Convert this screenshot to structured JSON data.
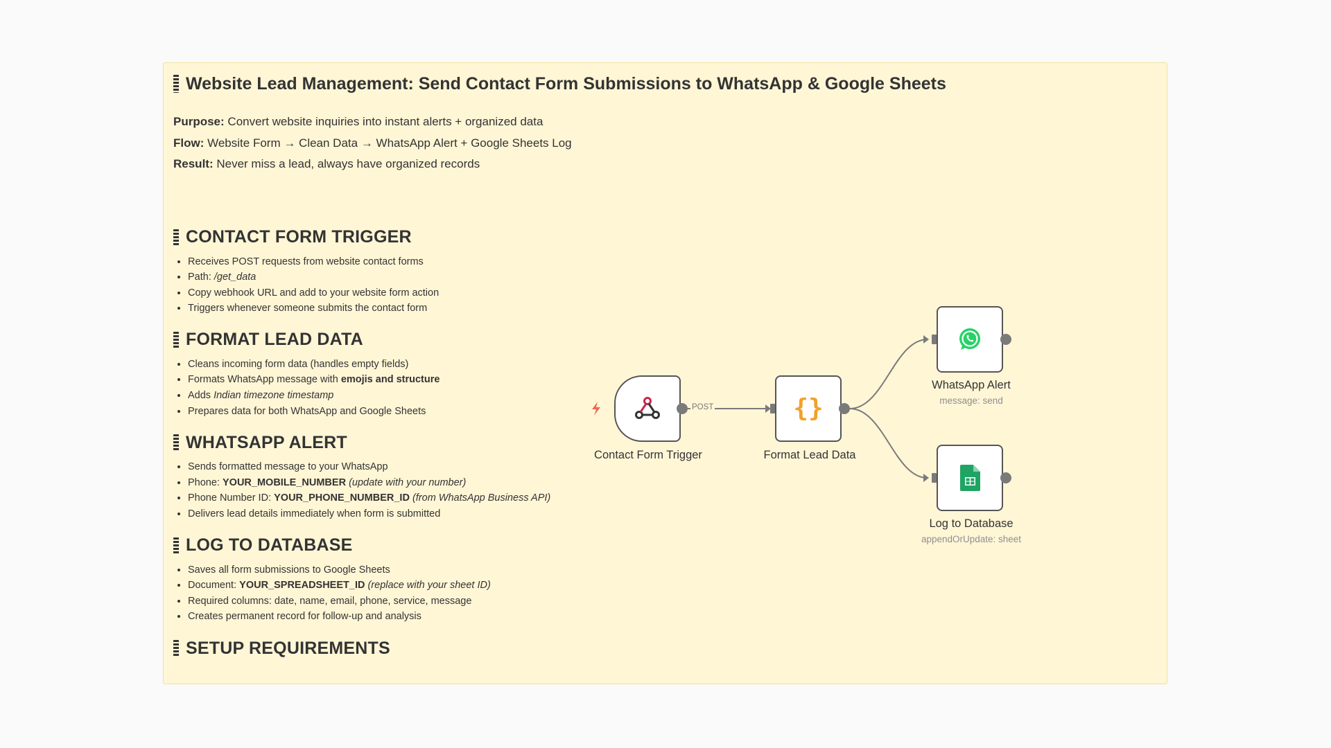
{
  "note": {
    "title": "Website Lead Management: Send Contact Form Submissions to WhatsApp & Google Sheets",
    "purpose_label": "Purpose:",
    "purpose_text": " Convert website inquiries into instant alerts + organized data",
    "flow_label": "Flow:",
    "flow_text": " Website Form → Clean Data → WhatsApp Alert + Google Sheets Log",
    "result_label": "Result:",
    "result_text": " Never miss a lead, always have organized records",
    "sections": {
      "trigger": {
        "title": "CONTACT FORM TRIGGER",
        "b1": "Receives POST requests from website contact forms",
        "b2_prefix": "Path: ",
        "b2_em": "/get_data",
        "b3": "Copy webhook URL and add to your website form action",
        "b4": "Triggers whenever someone submits the contact form"
      },
      "format": {
        "title": "FORMAT LEAD DATA",
        "b1": "Cleans incoming form data (handles empty fields)",
        "b2_prefix": "Formats WhatsApp message with ",
        "b2_bold": "emojis and structure",
        "b3_prefix": "Adds ",
        "b3_em": "Indian timezone timestamp",
        "b4": "Prepares data for both WhatsApp and Google Sheets"
      },
      "whatsapp": {
        "title": "WHATSAPP ALERT",
        "b1": "Sends formatted message to your WhatsApp",
        "b2_prefix": "Phone: ",
        "b2_bold": "YOUR_MOBILE_NUMBER",
        "b2_em": " (update with your number)",
        "b3_prefix": "Phone Number ID: ",
        "b3_bold": "YOUR_PHONE_NUMBER_ID",
        "b3_em": " (from WhatsApp Business API)",
        "b4": "Delivers lead details immediately when form is submitted"
      },
      "database": {
        "title": "LOG TO DATABASE",
        "b1": "Saves all form submissions to Google Sheets",
        "b2_prefix": "Document: ",
        "b2_bold": "YOUR_SPREADSHEET_ID",
        "b2_em": " (replace with your sheet ID)",
        "b3": "Required columns: date, name, email, phone, service, message",
        "b4": "Creates permanent record for follow-up and analysis"
      },
      "setup": {
        "title": "SETUP REQUIREMENTS"
      }
    }
  },
  "workflow": {
    "nodes": {
      "trigger": {
        "label": "Contact Form Trigger",
        "icon": "webhook-icon"
      },
      "format": {
        "label": "Format Lead Data",
        "icon": "code-braces-icon"
      },
      "whatsapp": {
        "label": "WhatsApp Alert",
        "subtitle": "message: send",
        "icon": "whatsapp-icon"
      },
      "sheets": {
        "label": "Log to Database",
        "subtitle": "appendOrUpdate: sheet",
        "icon": "google-sheets-icon"
      }
    },
    "edge_label": "POST",
    "colors": {
      "node_border": "#555555",
      "connector": "#7a7a7a",
      "trigger_bolt": "#ef6a53",
      "webhook": "#c5284b",
      "code_braces": "#f0a22a",
      "whatsapp_green": "#25d366",
      "sheets_green": "#1fa463"
    }
  }
}
